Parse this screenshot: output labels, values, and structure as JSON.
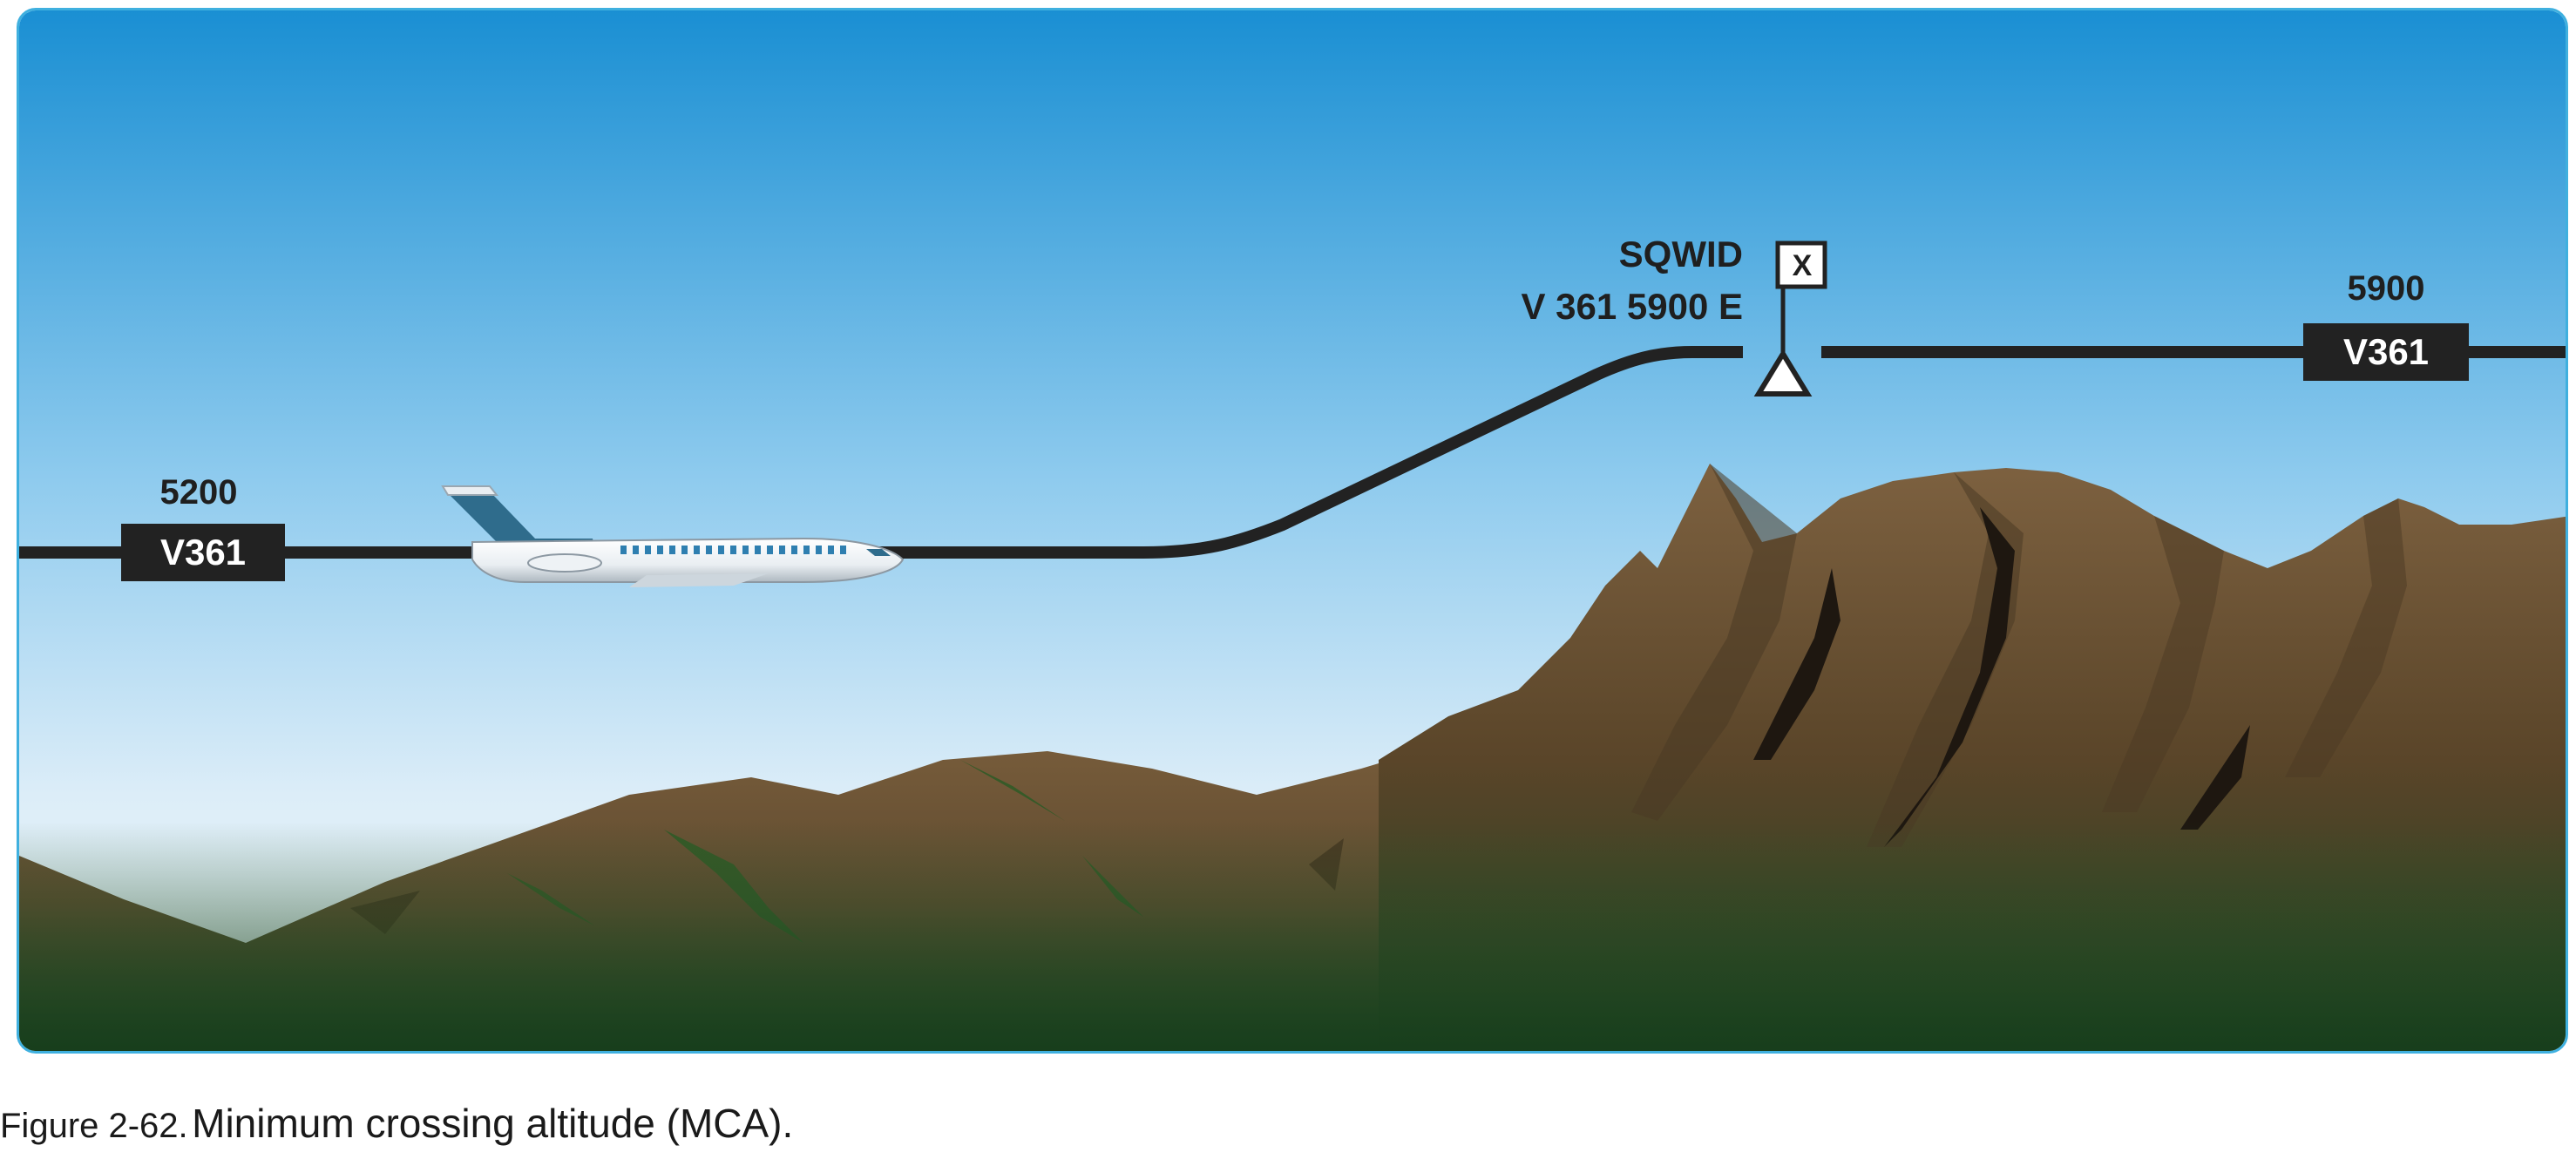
{
  "airway_left": {
    "altitude": "5200",
    "route": "V361"
  },
  "fix": {
    "name": "SQWID",
    "crossing": "V 361 5900 E",
    "symbol": "X"
  },
  "airway_right": {
    "altitude": "5900",
    "route": "V361"
  },
  "caption": {
    "label": "Figure 2-62.",
    "text": "Minimum crossing altitude (MCA)."
  },
  "colors": {
    "sky_top": "#1a8fd3",
    "sky_bottom": "#eef6fc",
    "panel_border": "#3fb0df",
    "route_line": "#222222",
    "route_box": "#222222",
    "mountain": "#6e5437",
    "forest": "#1f4a22",
    "aircraft_tail": "#2f6c8c"
  }
}
